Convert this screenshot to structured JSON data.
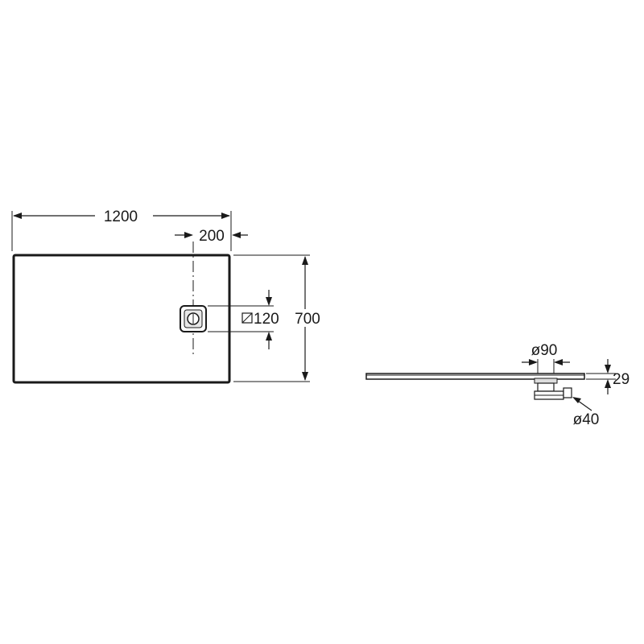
{
  "plan_view": {
    "length_label": "1200",
    "drain_offset_label": "200",
    "drain_size_label": "120",
    "width_label": "700"
  },
  "side_view": {
    "outlet_diameter_label": "ø90",
    "height_label": "29",
    "waste_diameter_label": "ø40"
  },
  "colors": {
    "line": "#1a1a1a",
    "background": "#ffffff"
  }
}
